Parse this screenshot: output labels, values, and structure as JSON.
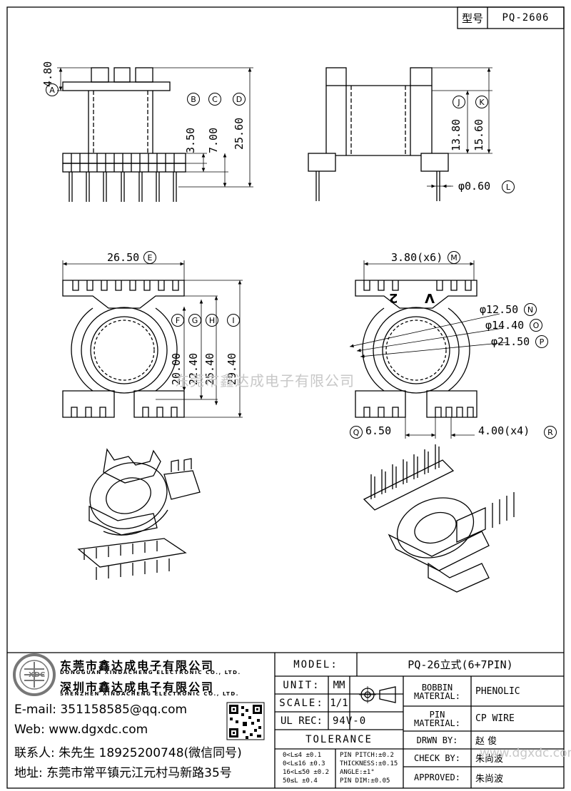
{
  "header": {
    "model_label": "型号",
    "model_value": "PQ-2606"
  },
  "drawing": {
    "front_view": {
      "dims": [
        "4.80",
        "3.50",
        "7.00",
        "25.60"
      ],
      "refs": [
        "A",
        "B",
        "C",
        "D"
      ]
    },
    "side_view": {
      "dims": [
        "13.80",
        "15.60",
        "0.60"
      ],
      "refs": [
        "J",
        "K",
        "L"
      ],
      "phi": "φ"
    },
    "bottom_view_left": {
      "dims": [
        "26.50",
        "20.00",
        "22.40",
        "25.40",
        "29.40"
      ],
      "refs": [
        "E",
        "F",
        "G",
        "H",
        "I"
      ]
    },
    "bottom_view_right": {
      "dims": [
        "3.80(x6)",
        "12.50",
        "14.40",
        "21.50",
        "6.50",
        "4.00(x4)"
      ],
      "refs": [
        "M",
        "N",
        "O",
        "P",
        "Q",
        "R"
      ],
      "marks": [
        "V",
        "2"
      ]
    },
    "watermark": "东莞市鑫达成电子有限公司"
  },
  "company": {
    "name_cn_1": "东莞市鑫达成电子有限公司",
    "name_en_1": "DONGGUAN XINDACHENG ELECTRONIC CO., LTD.",
    "name_cn_2": "深圳市鑫达成电子有限公司",
    "name_en_2": "SHENZHEN XINDACHENG ELECTRONIC CO., LTD.",
    "email": "E-mail: 351158585@qq.com",
    "web": "Web: www.dgxdc.com",
    "contact": "联系人: 朱先生 18925200748(微信同号)",
    "address": "地址: 东莞市常平镇元江元村马新路35号",
    "logo_text": "XDC"
  },
  "title_block": {
    "model_label": "MODEL:",
    "model_value": "PQ-26立式(6+7PIN)",
    "unit_label": "UNIT:",
    "unit_value": "MM",
    "scale_label": "SCALE:",
    "scale_value": "1/1",
    "ul_label": "UL REC:",
    "ul_value": "94V-0",
    "tolerance_label": "TOLERANCE",
    "bobbin_label_1": "BOBBIN",
    "bobbin_label_2": "MATERIAL:",
    "bobbin_value": "PHENOLIC",
    "pin_label_1": "PIN",
    "pin_label_2": "MATERIAL:",
    "pin_value": "CP WIRE",
    "drawn_label": "DRWN BY:",
    "drawn_value": "赵 俊",
    "check_label": "CHECK BY:",
    "check_value": "朱尚波",
    "approved_label": "APPROVED:",
    "approved_value": "朱尚波",
    "tolerances": [
      "0<L≤4    ±0.1",
      "0<L≤16   ±0.3",
      "16<L≤50  ±0.2",
      "50≤L     ±0.4"
    ],
    "tolerances_right": [
      "PIN PITCH:±0.2",
      "THICKNESS:±0.15",
      "ANGLE:±1°",
      "PIN DIM:±0.05"
    ],
    "watermark": "www.dgxdc.com"
  },
  "colors": {
    "line": "#000000",
    "watermark": "#c8c8c8"
  }
}
